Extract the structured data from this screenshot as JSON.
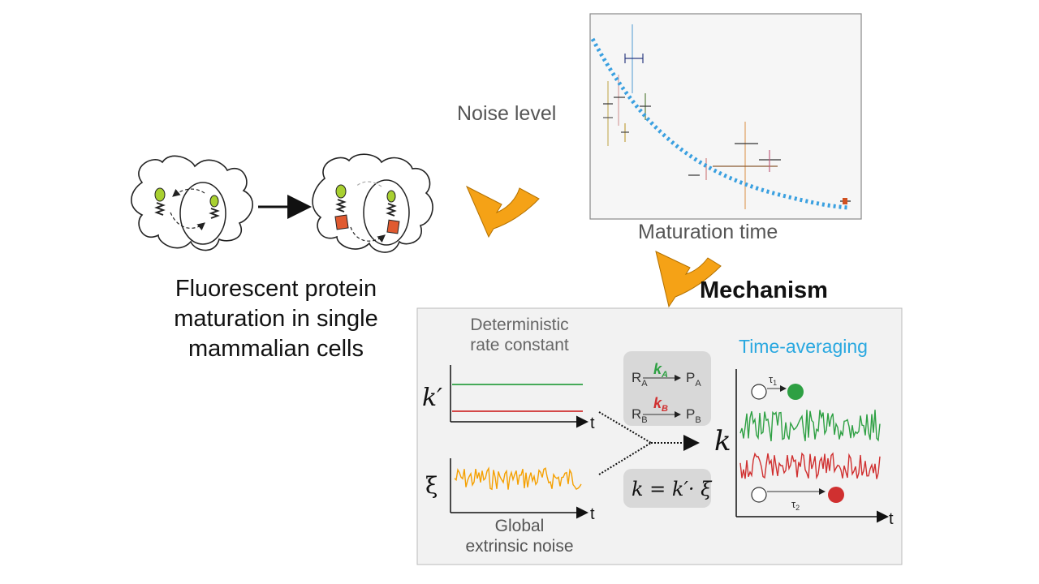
{
  "caption": {
    "line1": "Fluorescent protein",
    "line2": "maturation in single",
    "line3": "mammalian cells"
  },
  "plot": {
    "y_label": "Noise level",
    "x_label": "Maturation time"
  },
  "mechanism": {
    "title": "Mechanism",
    "deterministic_line1": "Deterministic",
    "deterministic_line2": "rate constant",
    "global_line1": "Global",
    "global_line2": "extrinsic noise",
    "time_averaging": "Time-averaging",
    "k_prime": "k′",
    "xi": "ξ",
    "k": "k",
    "t": "t",
    "R": "R",
    "P": "P",
    "sub_A": "A",
    "sub_B": "B",
    "kA": "k",
    "kB": "k",
    "equation": "k = k′· ξ",
    "tau1": "τ",
    "tau2": "τ",
    "tau1_sub": "1",
    "tau2_sub": "2"
  },
  "colors": {
    "arrow_orange": "#f5a216",
    "blue_dashed": "#3aa0e0",
    "green": "#2ea043",
    "red": "#d03030",
    "orange_noise": "#f5a000",
    "panel_bg": "#f2f2f2",
    "gray_box": "#d8d8d8"
  },
  "icons": [
    "cell-icon",
    "gfp-protein-icon",
    "curved-arrow-icon"
  ]
}
